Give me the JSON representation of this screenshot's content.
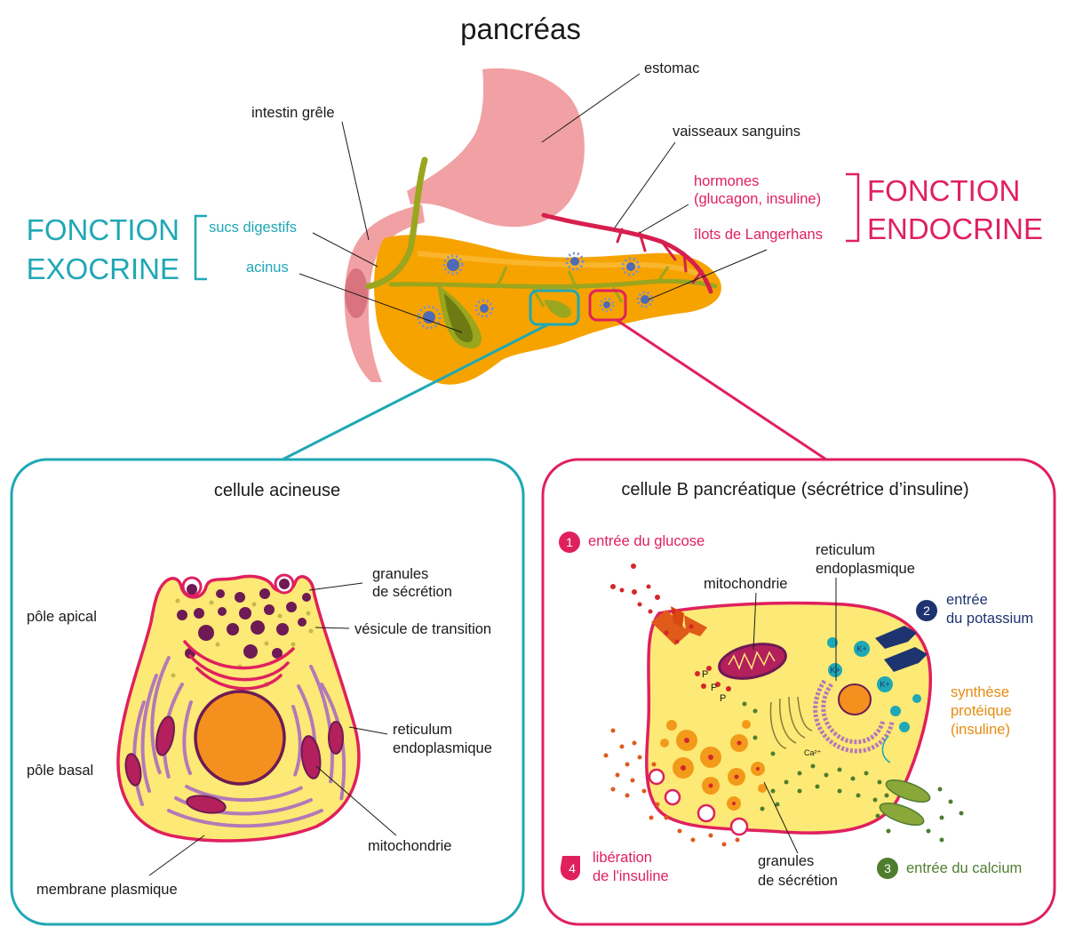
{
  "title": "pancréas",
  "colors": {
    "exocrine": "#1fa8b5",
    "endocrine": "#e0205e",
    "pancreas": "#f6a300",
    "stomach": "#f1a1a3",
    "duct": "#9aa61e",
    "cytoplasm": "#fde975",
    "nucleus": "#f4901e",
    "organelle": "#6d1a55",
    "reticulum": "#b379b8",
    "potassium": "#1e3470",
    "calcium": "#4e7d2f",
    "glucose": "#d5262b",
    "protein": "#e58b10"
  },
  "organ": {
    "labels": {
      "estomac": "estomac",
      "intestin": "intestin grêle",
      "vaisseaux": "vaisseaux sanguins",
      "hormones_1": "hormones",
      "hormones_2": "(glucagon, insuline)",
      "ilots": "îlots de Langerhans",
      "sucs": "sucs digestifs",
      "acinus": "acinus"
    },
    "exocrine_1": "FONCTION",
    "exocrine_2": "EXOCRINE",
    "endocrine_1": "FONCTION",
    "endocrine_2": "ENDOCRINE"
  },
  "acinar": {
    "title": "cellule acineuse",
    "labels": {
      "granules_1": "granules",
      "granules_2": "de sécrétion",
      "vesicule": "vésicule de transition",
      "reticulum_1": "reticulum",
      "reticulum_2": "endoplasmique",
      "mitochondrie": "mitochondrie",
      "membrane": "membrane plasmique",
      "pole_apical": "pôle apical",
      "pole_basal": "pôle basal"
    }
  },
  "beta": {
    "title": "cellule B pancréatique (sécrétrice d’insuline)",
    "steps": [
      {
        "num": "1",
        "text": "entrée du glucose"
      },
      {
        "num": "2",
        "text_1": "entrée",
        "text_2": "du potassium"
      },
      {
        "num": "3",
        "text": "entrée du calcium"
      },
      {
        "num": "4",
        "text_1": "libération",
        "text_2": "de l'insuline"
      }
    ],
    "labels": {
      "mitochondrie": "mitochondrie",
      "reticulum_1": "reticulum",
      "reticulum_2": "endoplasmique",
      "synthese_1": "synthèse",
      "synthese_2": "protéique",
      "synthese_3": "(insuline)",
      "granules_1": "granules",
      "granules_2": "de sécrétion",
      "p": "P",
      "ca": "Ca²⁺",
      "k": "K+"
    }
  }
}
